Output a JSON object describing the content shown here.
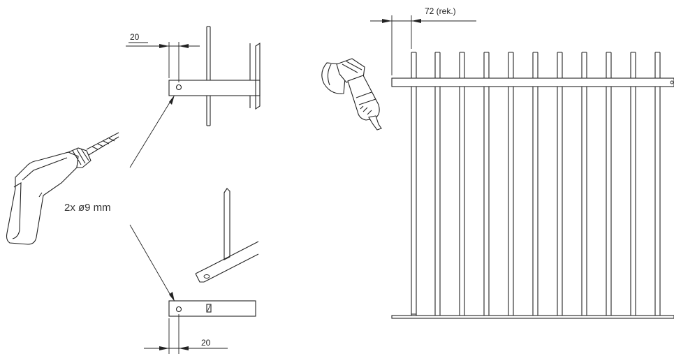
{
  "labels": {
    "dimension_top": "20",
    "dimension_bottom": "20",
    "drill_spec": "2x ø9 mm",
    "picket_spacing": "72 (rek.)"
  },
  "icons": {
    "drill": "drill-icon",
    "angle_grinder": "angle-grinder-icon"
  },
  "fence": {
    "picket_count": 11
  }
}
